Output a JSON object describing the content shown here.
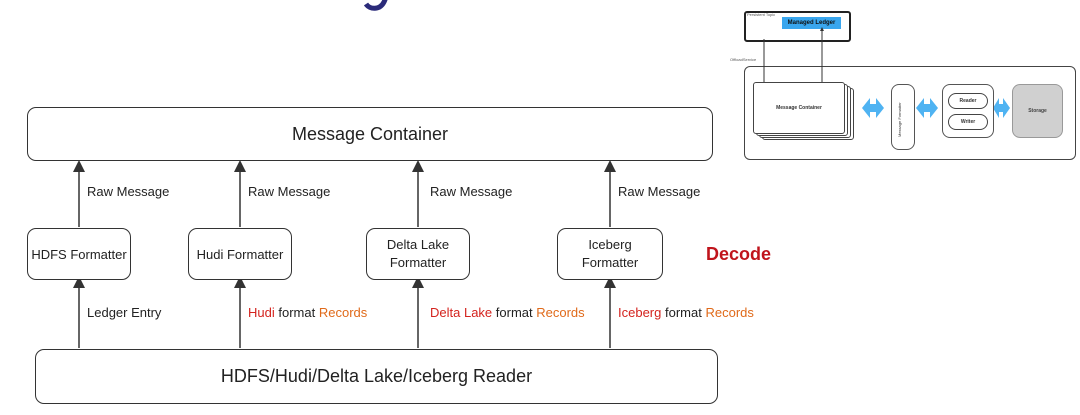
{
  "diagram": {
    "message_container": "Message Container",
    "reader": "HDFS/Hudi/Delta Lake/Iceberg Reader",
    "decode": "Decode",
    "columns": [
      {
        "formatter": "HDFS Formatter",
        "up_label": "Raw Message",
        "down_label": {
          "prefix": "",
          "middle": "Ledger Entry",
          "suffix": ""
        }
      },
      {
        "formatter": "Hudi Formatter",
        "up_label": "Raw Message",
        "down_label": {
          "prefix": "Hudi",
          "middle": "format",
          "suffix": "Records"
        }
      },
      {
        "formatter_line1": "Delta Lake",
        "formatter_line2": "Formatter",
        "up_label": "Raw Message",
        "down_label": {
          "prefix": "Delta Lake",
          "middle": "format",
          "suffix": "Records"
        }
      },
      {
        "formatter_line1": "Iceberg",
        "formatter_line2": "Formatter",
        "up_label": "Raw Message",
        "down_label": {
          "prefix": "Iceberg",
          "middle": "format",
          "suffix": "Records"
        }
      }
    ]
  },
  "thumbnail": {
    "topic_label": "Persistent Topic",
    "managed_ledger": "Managed Ledger",
    "offload_label": "OffloadService",
    "message_container": "Message Container",
    "message_formatter": "Message Formatter",
    "reader": "Reader",
    "writer": "Writer",
    "storage": "Storage"
  },
  "colors": {
    "format_name": "#d4231e",
    "records": "#e06a1a",
    "decode": "#c0141c",
    "title_fragment": "#2b2b7a",
    "double_arrow": "#4fb3f2"
  }
}
